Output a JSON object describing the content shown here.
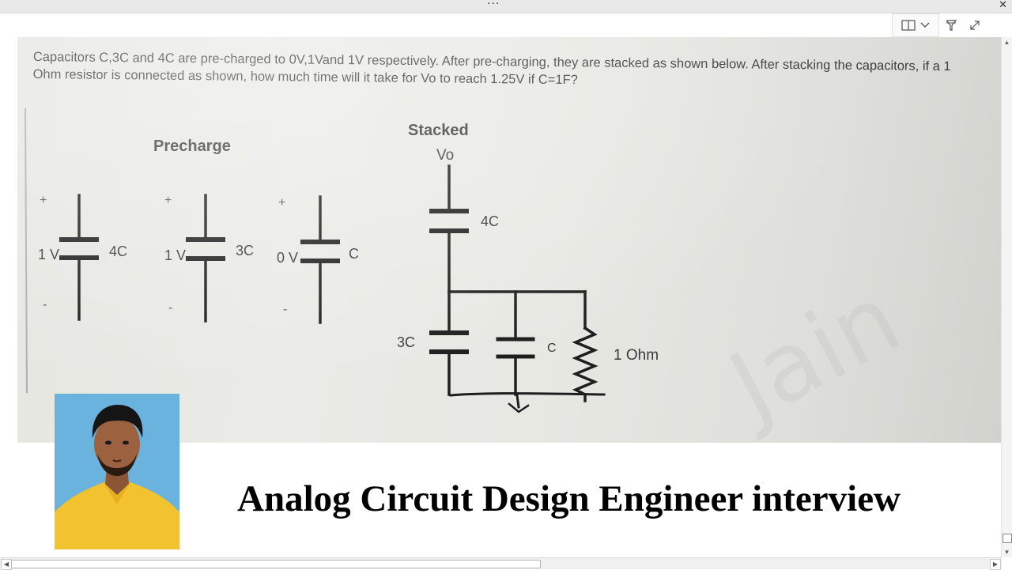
{
  "window": {
    "more_menu_glyph": "···",
    "close_glyph": "✕"
  },
  "toolbar": {
    "view_icon": "book-view-icon",
    "dropdown_icon": "chevron-down-icon",
    "filter_icon": "funnel-icon",
    "expand_icon": "expand-diagonal-icon"
  },
  "document": {
    "question": "Capacitors C,3C and 4C are pre-charged to 0V,1Vand 1V respectively. After pre-charging, they are stacked as shown below. After stacking the capacitors, if a 1 Ohm resistor is connected as shown, how much time will it take for Vo to reach 1.25V if C=1F?",
    "precharge_title": "Precharge",
    "stacked_title": "Stacked",
    "vo_label": "Vo",
    "plus": "+",
    "minus": "-",
    "cap1_voltage": "1 V",
    "cap1_label": "4C",
    "cap2_voltage": "1 V",
    "cap2_label": "3C",
    "cap3_voltage": "0 V",
    "cap3_label": "C",
    "stack_top_label": "4C",
    "stack_left_label": "3C",
    "stack_mid_label": "C",
    "resistor_label": "1 Ohm"
  },
  "presenter": {
    "avatar_icon": "presenter-photo"
  },
  "headline": "Analog Circuit Design Engineer interview",
  "scrollbars": {
    "up_glyph": "▲",
    "down_glyph": "▼",
    "left_glyph": "◀",
    "right_glyph": "▶"
  }
}
